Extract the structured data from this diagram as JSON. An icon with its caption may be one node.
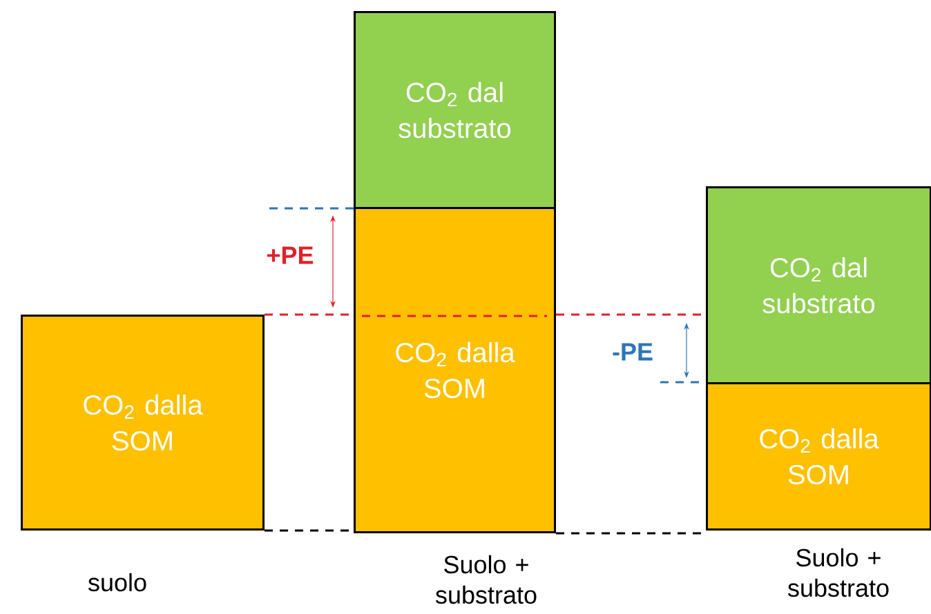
{
  "diagram": {
    "nodes": [
      {
        "text": [
          "CO$_{2}$ dal substrato"
        ]
      },
      {
        "text": [
          "CO$_{2}$ dal substrato"
        ]
      },
      {
        "text": [
          "CO$_{2}$ dalla SOM"
        ]
      },
      {
        "text": [
          "CO$_{2}$ dalla SOM"
        ]
      },
      {
        "text": [
          "CO$_{2}$ dalla SOM"
        ]
      }
    ],
    "edges": [
      {
        "from": 2,
        "to": 3,
        "arrow": "none",
        "style": "dashed",
        "color": "#e0202a"
      },
      {
        "from": 3,
        "to": 1,
        "arrow": "none",
        "style": "dashed",
        "color": "#e0202a"
      },
      {
        "from": 2,
        "to": 3,
        "arrow": "none",
        "style": "dashed",
        "color": "#000000"
      },
      {
        "from": 3,
        "to": 4,
        "arrow": "none",
        "style": "dashed",
        "color": "#000000"
      }
    ],
    "labels": [
      "+PE",
      "-PE",
      "suolo",
      "Suolo + substrato",
      "Suolo + substrato"
    ]
  }
}
